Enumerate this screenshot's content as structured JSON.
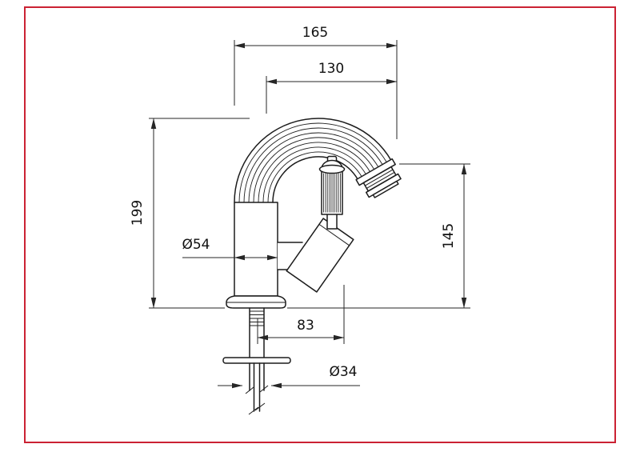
{
  "page": {
    "colors": {
      "background": "#ffffff",
      "frame": "#cb2233",
      "line": "#1c1c1c",
      "dim": "#262626"
    }
  },
  "drawing": {
    "subject": "bidet-mixer-faucet-technical-drawing",
    "dimensions": {
      "overall_depth": "165",
      "spout_reach": "130",
      "overall_height": "199",
      "body_diameter": "Ø54",
      "outlet_height": "145",
      "handle_offset": "83",
      "shank_diameter": "Ø34"
    }
  }
}
